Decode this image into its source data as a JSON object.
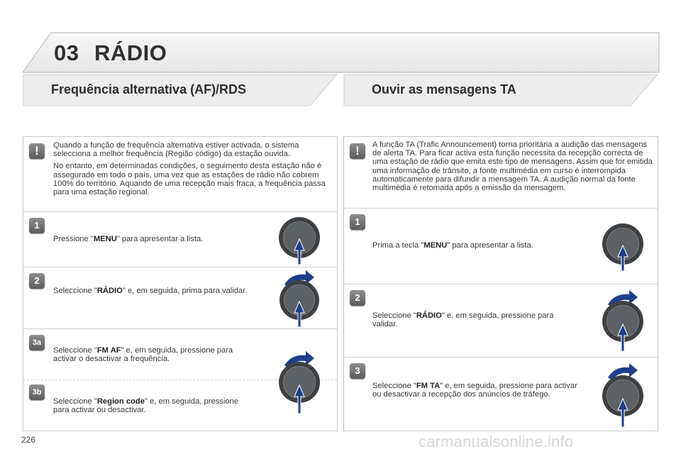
{
  "chapter": {
    "number": "03",
    "title": "RÁDIO"
  },
  "left_section": {
    "title": "Frequência alternativa (AF)/RDS",
    "warning": {
      "badge": "!",
      "paragraph1": "Quando a função de frequência alternativa estiver activada, o sistema selecciona a melhor frequência (Região código) da estação ouvida.",
      "paragraph2": "No entanto, em determinadas condições, o seguimento desta estação não é assegurado em todo o país, uma vez que as estações de rádio não cobrem 100% do território. Aquando de uma recepção mais fraca, a frequência passa para uma estação regional."
    },
    "steps": [
      {
        "badge": "1",
        "pre": "Pressione \"",
        "bold": "MENU",
        "post": "\" para apresentar a lista."
      },
      {
        "badge": "2",
        "pre": "Seleccione \"",
        "bold": "RÁDIO",
        "post": "\" e, em seguida, prima para validar."
      },
      {
        "badge": "3a",
        "pre": "Seleccione \"",
        "bold": "FM AF",
        "post": "\" e, em seguida, pressione para activar o desactivar a frequência."
      },
      {
        "badge": "3b",
        "pre": "Seleccione \"",
        "bold": "Region code",
        "post": "\" e, em seguida, pressione para activar ou desactivar."
      }
    ]
  },
  "right_section": {
    "title": "Ouvir as mensagens TA",
    "warning": {
      "badge": "!",
      "paragraph1": "A função TA (Trafic Announcement) torna prioritária a audição das mensagens de alerta TA. Para ficar activa esta função necessita da recepção correcta de uma estação de rádio que emita este tipo de mensagens. Assim que for emitida uma informação de trânsito, a fonte multimédia em curso é interrompida automaticamente para difundir a mensagem TA. A audição normal da fonte multimédia é retomada após a emissão da mensagem."
    },
    "steps": [
      {
        "badge": "1",
        "pre": "Prima a tecla \"",
        "bold": "MENU",
        "post": "\" para apresentar a lista."
      },
      {
        "badge": "2",
        "pre": "Seleccione \"",
        "bold": "RÁDIO",
        "post": "\" e, em seguida, pressione para validar."
      },
      {
        "badge": "3",
        "pre": "Seleccione \"",
        "bold": "FM TA",
        "post": "\" e, em seguida, pressione para activar ou desactivar a recepção dos anúncios de tráfego."
      }
    ]
  },
  "footer": {
    "page_number": "226",
    "watermark": "carmanualsonline.info"
  },
  "colors": {
    "knob_arrow": "#1f3f8a",
    "badge": "#6e6e6e",
    "border": "#c9c9c9"
  }
}
